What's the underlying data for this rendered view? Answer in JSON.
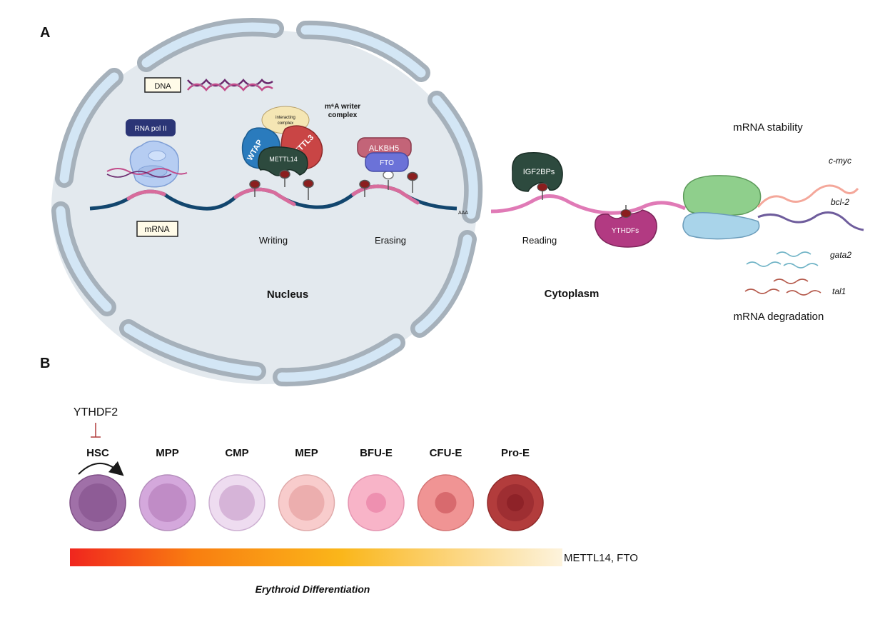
{
  "panel_a": {
    "label": "A",
    "dna_label": "DNA",
    "rna_pol_label": "RNA pol II",
    "writer_complex_label_line1": "m⁶A writer",
    "writer_complex_label_line2": "complex",
    "interacting_complex_line1": "interacting",
    "interacting_complex_line2": "complex",
    "wtap_label": "WTAP",
    "mettl3_label": "METTL3",
    "mettl14_label": "METTL14",
    "alkbh5_label": "ALKBH5",
    "fto_label": "FTO",
    "mrna_label": "mRNA",
    "polya_label": "AAA",
    "writing_label": "Writing",
    "erasing_label": "Erasing",
    "nucleus_label": "Nucleus",
    "igf2bps_label": "IGF2BPs",
    "ythdfs_label": "YTHDFs",
    "reading_label": "Reading",
    "cytoplasm_label": "Cytoplasm",
    "stability_label": "mRNA stability",
    "cmyc_label": "c-myc",
    "bcl2_label": "bcl-2",
    "gata2_label": "gata2",
    "tal1_label": "tal1",
    "degradation_label": "mRNA degradation"
  },
  "panel_b": {
    "label": "B",
    "inhibitor_label": "YTHDF2",
    "cells": [
      {
        "name": "HSC",
        "outer": "#a070a8",
        "inner": "#8e5c96",
        "outer_stroke": "#7e4e86",
        "core": ""
      },
      {
        "name": "MPP",
        "outer": "#d4a8dc",
        "inner": "#c08cc6",
        "outer_stroke": "#b48ebc",
        "core": ""
      },
      {
        "name": "CMP",
        "outer": "#eedcf0",
        "inner": "#d6b4d8",
        "outer_stroke": "#cdb0d2",
        "core": ""
      },
      {
        "name": "MEP",
        "outer": "#f8cccc",
        "inner": "#ecaeae",
        "outer_stroke": "#dfaaaa",
        "core": ""
      },
      {
        "name": "BFU-E",
        "outer": "#f8b4c8",
        "inner": "#ee90b0",
        "outer_stroke": "#e494b0",
        "core": ""
      },
      {
        "name": "CFU-E",
        "outer": "#f09494",
        "inner": "#d86a6e",
        "outer_stroke": "#d47474",
        "core": ""
      },
      {
        "name": "Pro-E",
        "outer": "#b23c3c",
        "inner": "#8e2228",
        "outer_stroke": "#902a2a",
        "core": ""
      }
    ],
    "gradient_label": "METTL14, FTO",
    "differentiation_label": "Erythroid Differentiation"
  }
}
